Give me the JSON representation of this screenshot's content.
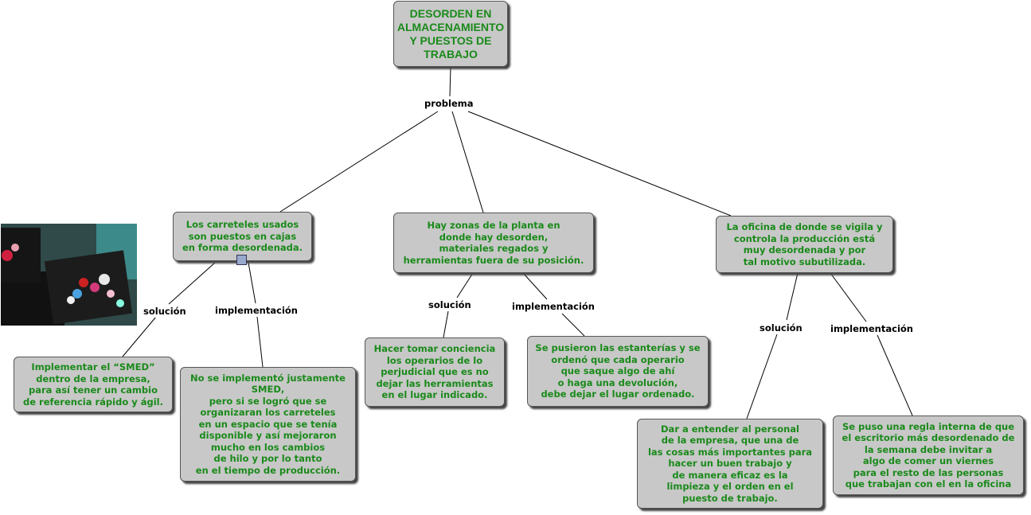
{
  "colors": {
    "node_fill": "#c8c8c8",
    "node_text": "#1a8a1a"
  },
  "root": "DESORDEN EN\nALMACENAMIENTO\nY PUESTOS DE\nTRABAJO",
  "links": {
    "problema": "problema",
    "sol1": "solución",
    "imp1": "implementación",
    "sol2": "solución",
    "imp2": "implementación",
    "sol3": "solución",
    "imp3": "implementación"
  },
  "problems": {
    "p1": "Los carreteles usados\nson puestos en cajas\nen forma desordenada.",
    "p2": "Hay zonas de la planta en\ndonde hay desorden,\nmateriales regados y\nherramientas fuera de su posición.",
    "p3": "La oficina de donde se vigila y\ncontrola la producción está\nmuy desordenada y por\ntal motivo subutilizada."
  },
  "leaves": {
    "s1": "Implementar el “SMED”\ndentro de la empresa,\npara así tener un cambio\nde referencia rápido y ágil.",
    "i1": "No se implementó justamente\nSMED,\npero si se logró que se\norganizaran los carreteles\nen un espacio que se tenía\ndisponible y así mejoraron\nmucho en los cambios\nde hilo y por lo tanto\nen el tiempo de producción.",
    "s2": "Hacer tomar conciencia\nlos operarios de lo\nperjudicial que es no\ndejar las herramientas\nen el lugar indicado.",
    "i2": "Se pusieron las estanterías y se\nordenó que cada operario\nque saque algo de ahí\no haga una devolución,\ndebe dejar el lugar ordenado.",
    "s3": "Dar a entender al personal\nde la empresa, que una de\nlas cosas más importantes para\nhacer un buen trabajo y\nde manera eficaz es la\nlimpieza y el orden en el\npuesto de trabajo.",
    "i3": "Se puso una regla interna de que\nel escritorio más desordenado de\nla semana debe invitar a\nalgo de comer un viernes\npara el resto de las personas\nque trabajan con el en la oficina"
  },
  "icons": {
    "photo": "crates-with-thread-spools-photo",
    "attachment": "image-attachment-icon"
  }
}
